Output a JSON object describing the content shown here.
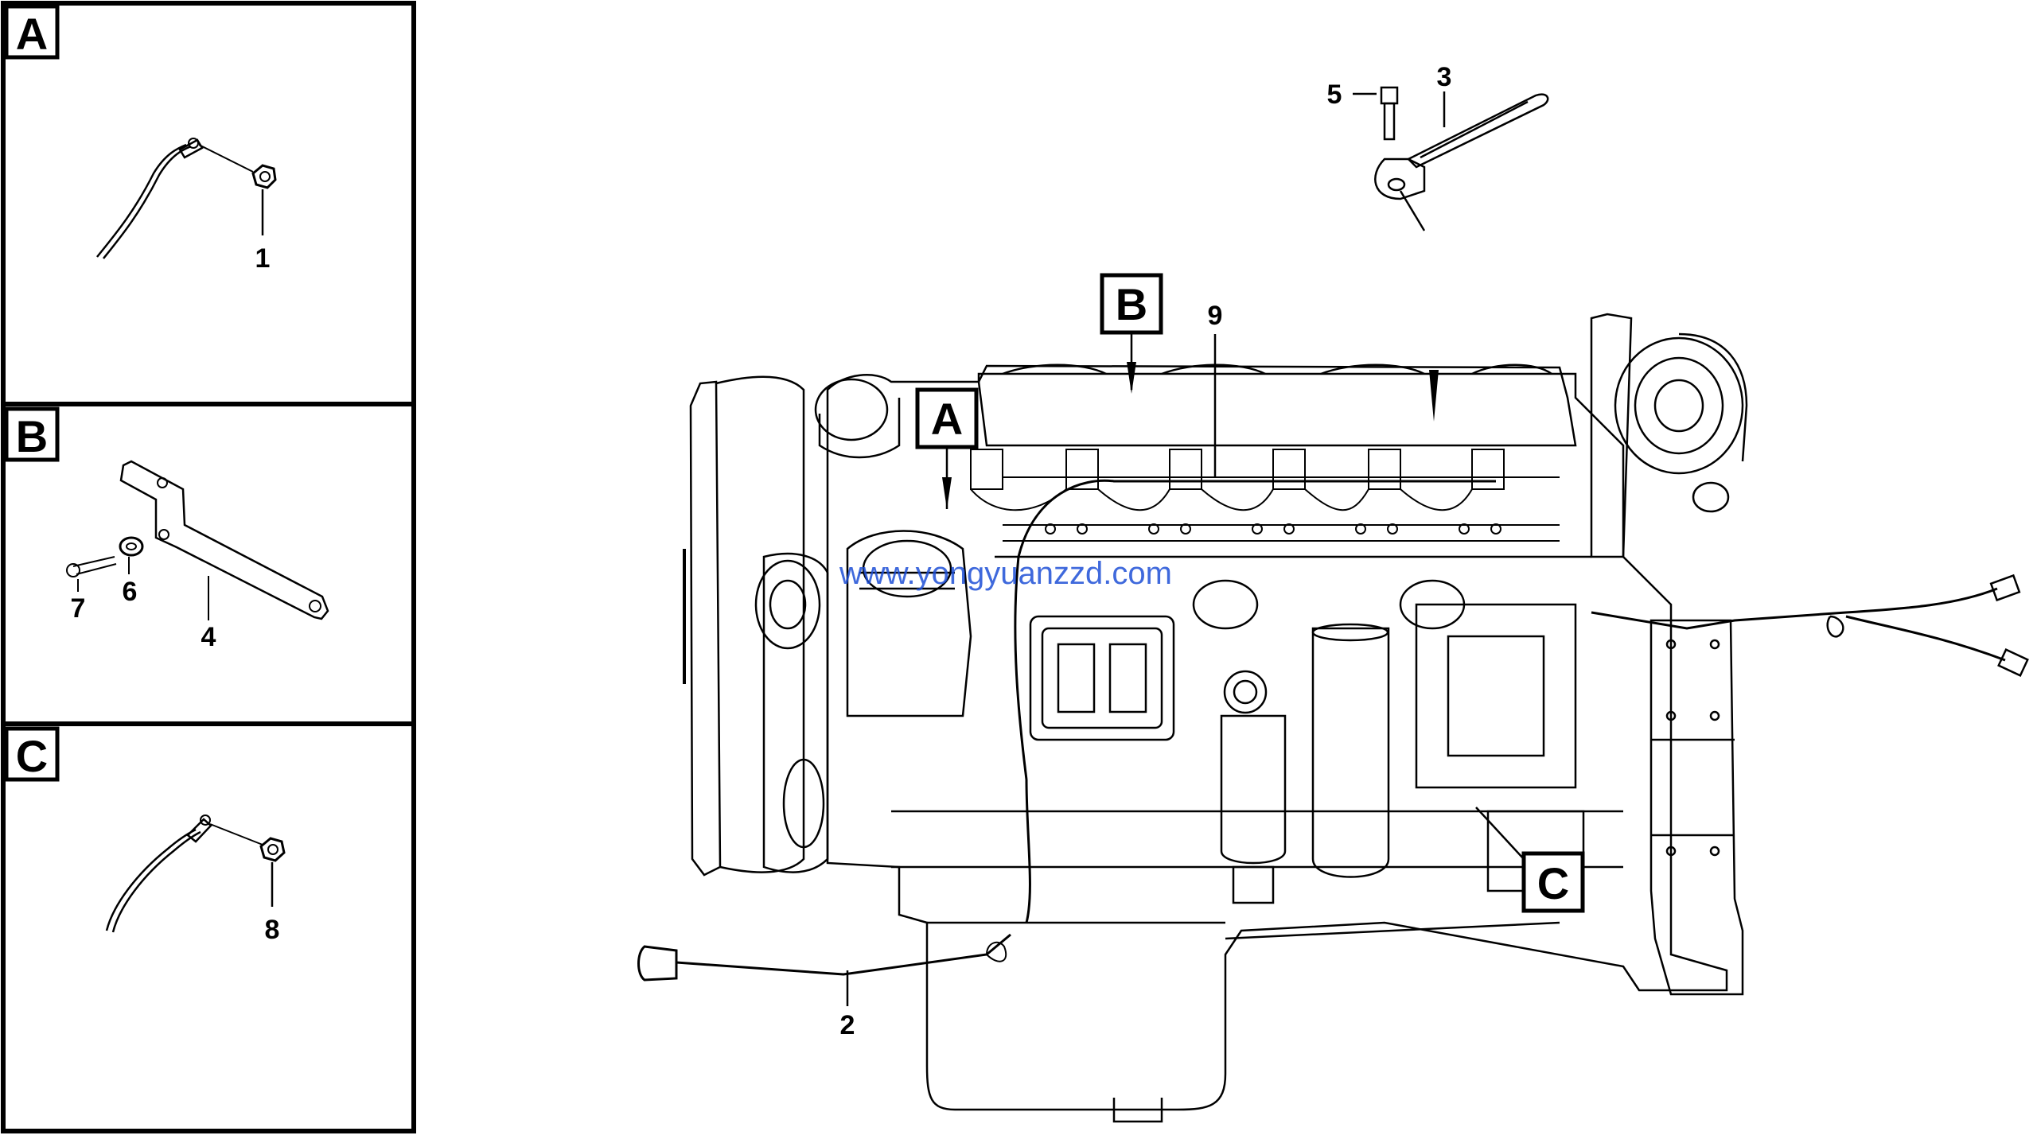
{
  "panels": [
    {
      "letter": "A",
      "parts": [
        "1"
      ]
    },
    {
      "letter": "B",
      "parts": [
        "7",
        "6",
        "4"
      ]
    },
    {
      "letter": "C",
      "parts": [
        "8"
      ]
    }
  ],
  "main_view": {
    "callout_letters": [
      "A",
      "B",
      "C"
    ],
    "part_numbers": [
      "5",
      "3",
      "9",
      "2"
    ]
  },
  "watermark": "www.yongyuanzzd.com",
  "colors": {
    "ink": "#000000",
    "watermark": "#1d4fd6"
  }
}
